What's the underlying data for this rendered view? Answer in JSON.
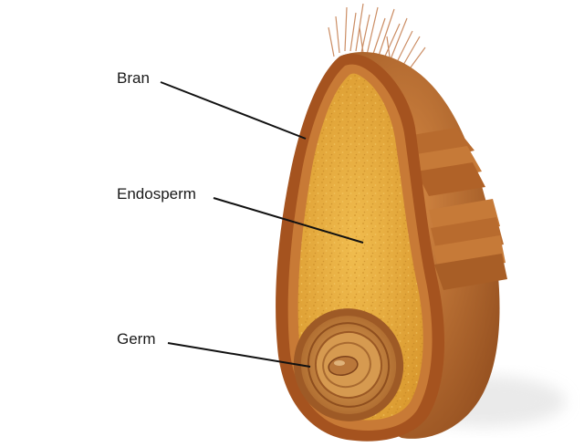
{
  "labels": {
    "bran": "Bran",
    "endosperm": "Endosperm",
    "germ": "Germ"
  },
  "colors": {
    "bran_outer": "#a5531f",
    "bran_inner": "#c87a36",
    "endosperm": "#e6aa3c",
    "endosperm_speckle": "#c98a24",
    "germ": "#c98a3a",
    "leader_line": "#111111",
    "hair": "#c07040"
  },
  "icons": [
    "wheat-kernel-cross-section"
  ]
}
